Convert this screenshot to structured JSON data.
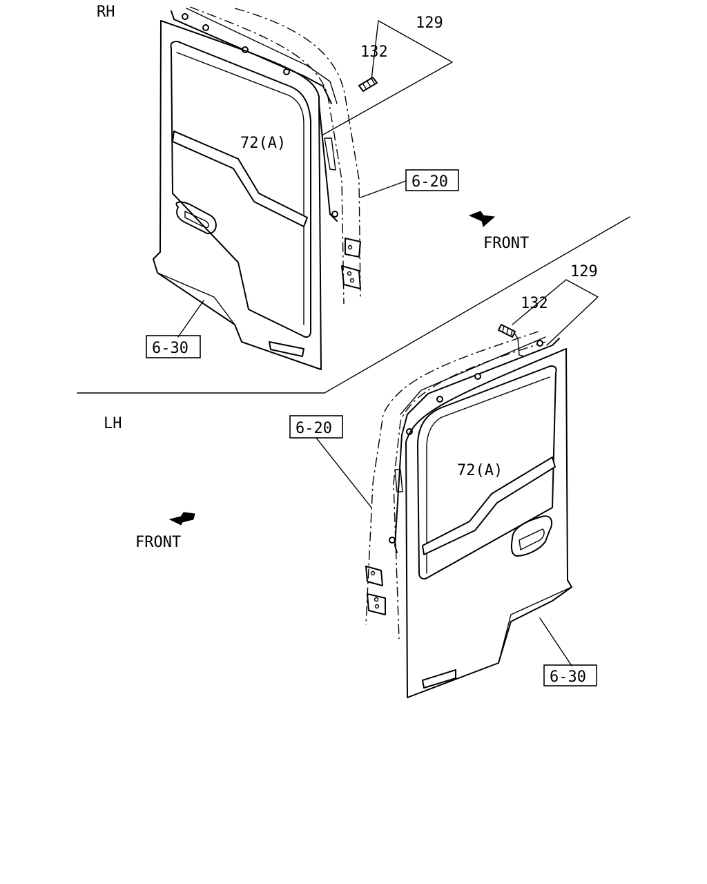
{
  "rh_panel": {
    "side_label": "RH",
    "callouts": {
      "set_number": "129",
      "bolt_number": "132",
      "molding_label": "72(A)",
      "panel_ref": "6-20",
      "lower_ref": "6-30"
    },
    "front_label": "FRONT"
  },
  "lh_panel": {
    "side_label": "LH",
    "callouts": {
      "set_number": "129",
      "bolt_number": "132",
      "molding_label": "72(A)",
      "panel_ref": "6-20",
      "lower_ref": "6-30"
    },
    "front_label": "FRONT"
  }
}
